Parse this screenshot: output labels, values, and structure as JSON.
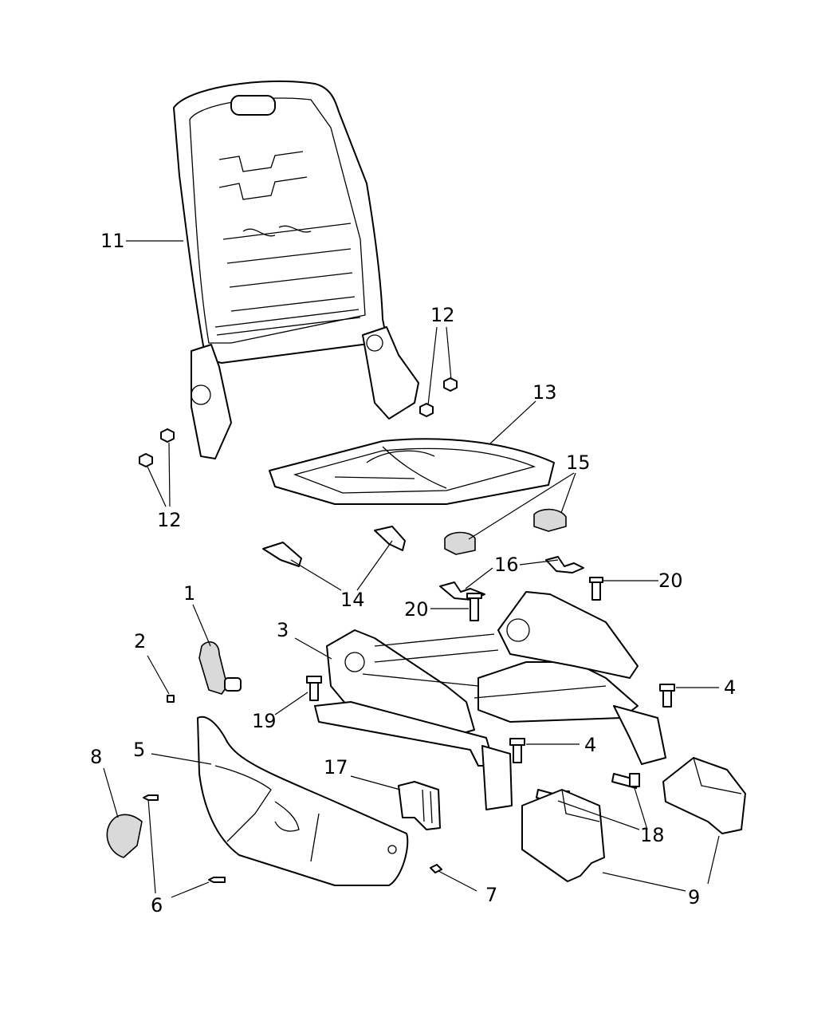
{
  "callouts": {
    "c1": "1",
    "c2": "2",
    "c3": "3",
    "c4a": "4",
    "c4b": "4",
    "c5": "5",
    "c6": "6",
    "c7": "7",
    "c8": "8",
    "c9a": "9",
    "c11": "11",
    "c12a": "12",
    "c12b": "12",
    "c13": "13",
    "c14": "14",
    "c15": "15",
    "c16": "16",
    "c17": "17",
    "c18": "18",
    "c19": "19",
    "c20a": "20",
    "c20b": "20"
  }
}
